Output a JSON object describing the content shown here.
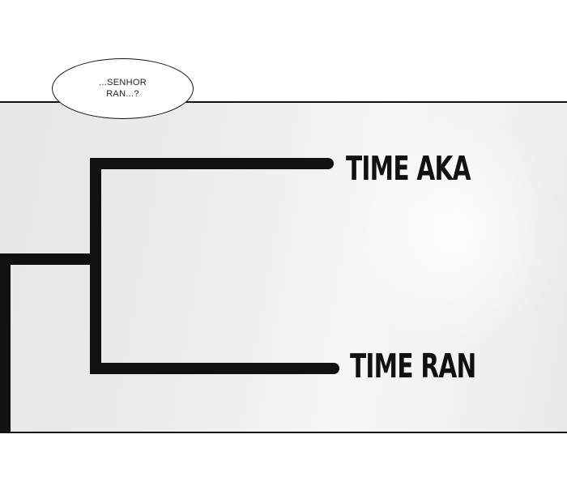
{
  "speech_bubble": {
    "text": "...SENHOR RAN...?"
  },
  "bracket": {
    "teams": [
      {
        "label": "TIME AKA"
      },
      {
        "label": "TIME RAN"
      }
    ],
    "line_color": "#111111"
  }
}
